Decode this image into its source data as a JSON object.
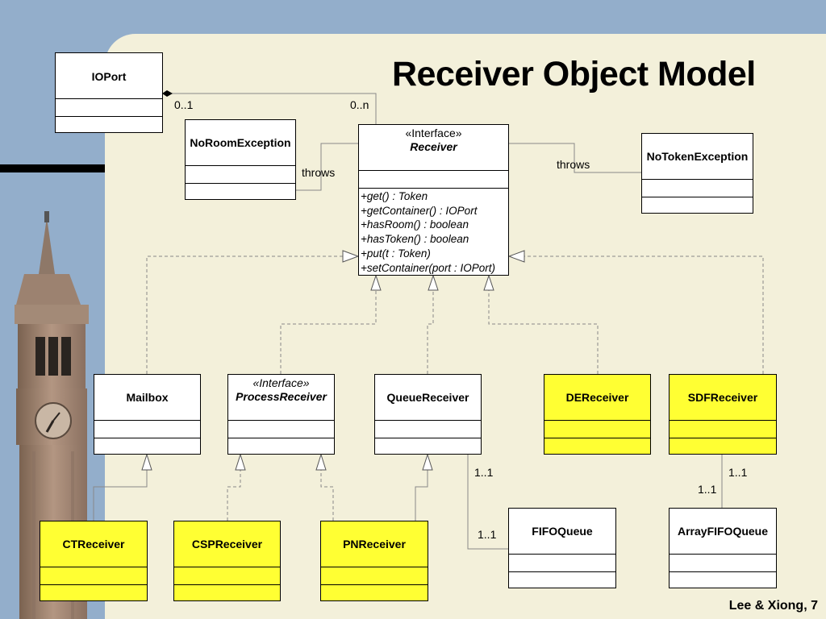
{
  "slide": {
    "title": "Receiver Object Model",
    "footer": "Lee & Xiong, 7"
  },
  "classes": {
    "ioport": {
      "name": "IOPort"
    },
    "noroom": {
      "name": "NoRoomException"
    },
    "receiver": {
      "stereotype": "«Interface»",
      "name": "Receiver",
      "operations": [
        "+get() : Token",
        "+getContainer() : IOPort",
        "+hasRoom() : boolean",
        "+hasToken() : boolean",
        "+put(t : Token)",
        "+setContainer(port : IOPort)"
      ]
    },
    "notoken": {
      "name": "NoTokenException"
    },
    "mailbox": {
      "name": "Mailbox"
    },
    "processreceiver": {
      "stereotype": "«Interface»",
      "name": "ProcessReceiver"
    },
    "queuereceiver": {
      "name": "QueueReceiver"
    },
    "dereceiver": {
      "name": "DEReceiver"
    },
    "sdfreceiver": {
      "name": "SDFReceiver"
    },
    "ctreceiver": {
      "name": "CTReceiver"
    },
    "cspreceiver": {
      "name": "CSPReceiver"
    },
    "pnreceiver": {
      "name": "PNReceiver"
    },
    "fifoqueue": {
      "name": "FIFOQueue"
    },
    "arrayfifoqueue": {
      "name": "ArrayFIFOQueue"
    }
  },
  "labels": {
    "ioport_mult": "0..1",
    "receiver_mult": "0..n",
    "throws_left": "throws",
    "throws_right": "throws",
    "queue_mult_top": "1..1",
    "queue_mult_bottom": "1..1",
    "sdf_mult_top": "1..1",
    "sdf_mult_bottom": "1..1"
  },
  "colors": {
    "background": "#93aecb",
    "panel": "#f3f0da",
    "highlight": "#ffff33"
  }
}
